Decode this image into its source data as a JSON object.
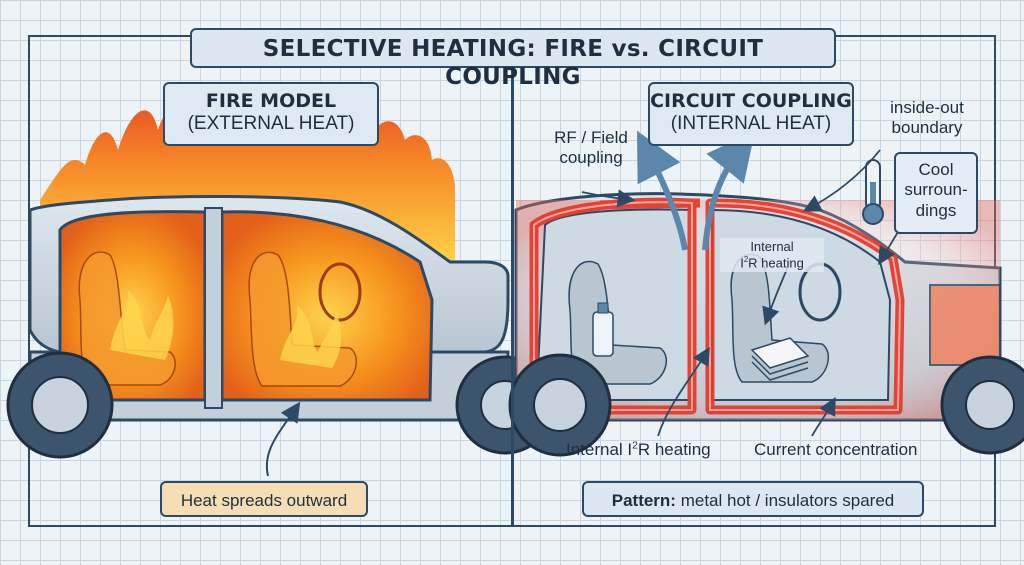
{
  "title": "SELECTIVE HEATING: FIRE vs. CIRCUIT COUPLING",
  "fire_panel": {
    "heading": "FIRE MODEL",
    "subheading": "(EXTERNAL HEAT)",
    "note": "Heat spreads outward"
  },
  "circuit_panel": {
    "heading": "CIRCUIT COUPLING",
    "subheading": "(INTERNAL HEAT)",
    "rf_label": "RF / Field coupling",
    "boundary_label": "inside-out boundary",
    "cool_label": "Cool surroun-dings",
    "internal_small_label": "Internal",
    "internal_small_label_2": "R heating",
    "internal_label": "Internal I",
    "internal_label_2": "R heating",
    "current_label": "Current concentration",
    "pattern_key": "Pattern:",
    "pattern_text": "metal hot / insulators spared",
    "squared": "2"
  },
  "colors": {
    "outline": "#2c4a66",
    "fire": "#f28a1e",
    "hot_metal": "#e53b2c",
    "car_body": "#c9d5df",
    "note_bg": "#f7ddb4"
  },
  "icons": [
    "thermometer-icon",
    "water-bottle-icon",
    "paper-stack-icon",
    "flame-icon"
  ]
}
